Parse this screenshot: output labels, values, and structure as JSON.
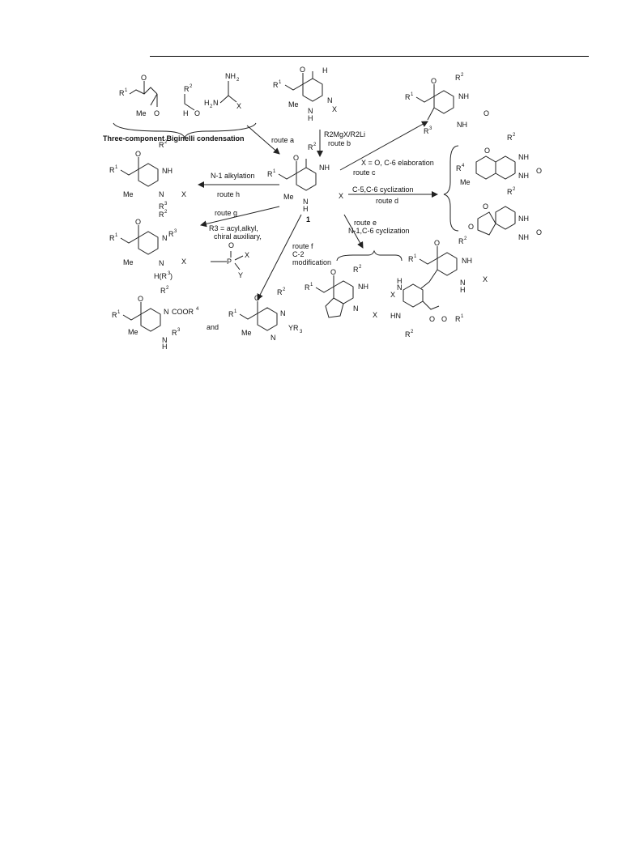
{
  "labels": {
    "biginelli": "Three-component Biginelli condensation",
    "route_a": "route a",
    "route_b_reagent": "R2MgX/R2Li",
    "route_b": "route b",
    "route_c_cond": "X = O, C-6 elaboration",
    "route_c": "route c",
    "route_d_cond": "C-5,C-6 cyclization",
    "route_d": "route d",
    "route_e": "route e",
    "route_e_cond": "N-1,C-6 cyclization",
    "route_f": "route f",
    "route_f_c2": "C-2",
    "route_f_mod": "modification",
    "route_g": "route g",
    "route_g_r3": "R3 = acyl,alkyl,",
    "route_g_chiral": "chiral auxiliary,",
    "route_h_cond": "N-1 alkylation",
    "route_h": "route h",
    "compound_1": "1",
    "and": "and"
  }
}
